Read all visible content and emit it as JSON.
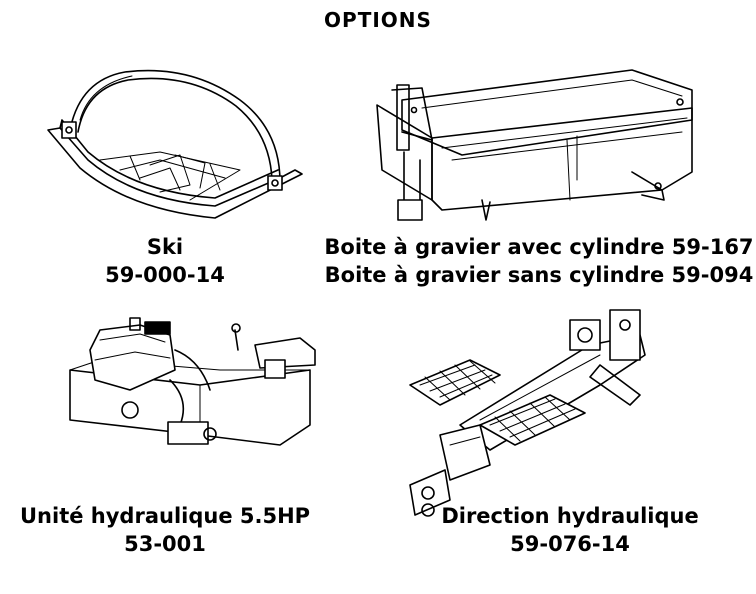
{
  "page": {
    "title": "OPTIONS"
  },
  "items": [
    {
      "name_line1": "Ski",
      "name_line2": "59-000-14"
    },
    {
      "name_line1": "Boite à gravier avec cylindre 59-167",
      "name_line2": "Boite à gravier sans cylindre 59-094"
    },
    {
      "name_line1": "Unité hydraulique 5.5HP",
      "name_line2": "53-001"
    },
    {
      "name_line1": "Direction hydraulique",
      "name_line2": "59-076-14"
    }
  ]
}
